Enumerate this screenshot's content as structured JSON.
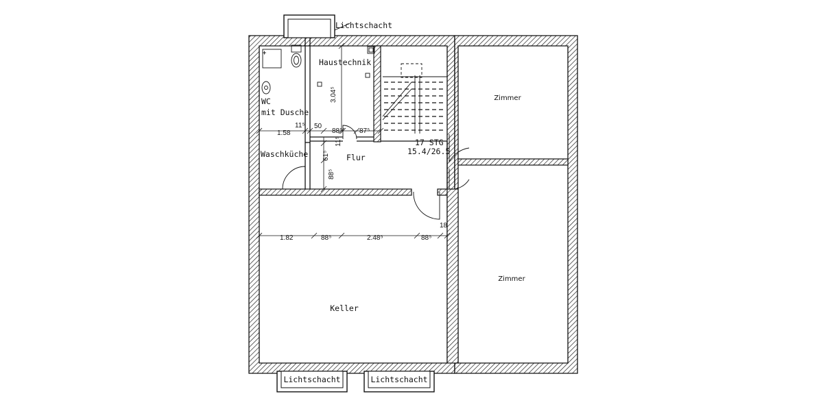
{
  "rooms": {
    "lichtschacht_top": "Lichtschacht",
    "lichtschacht_bottom_left": "Lichtschacht",
    "lichtschacht_bottom_right": "Lichtschacht",
    "haustechnik": "Haustechnik",
    "wc_line1": "WC",
    "wc_line2": "mit Dusche",
    "waschkueche": "Waschküche",
    "flur": "Flur",
    "zimmer_top": "Zimmer",
    "zimmer_bottom": "Zimmer",
    "keller": "Keller"
  },
  "stairs": {
    "count": "17 STG",
    "ratio": "15.4/26.5"
  },
  "dimensions": {
    "d_158": "1.58",
    "d_115a": "11⁵",
    "d_50": "50",
    "d_885a": "88⁵",
    "d_875": "87⁵",
    "d_304": "3.04⁵",
    "d_115b": "11⁵",
    "d_615": "61⁵",
    "d_885b": "88⁵",
    "d_182": "1.82",
    "d_885c": "88⁵",
    "d_2485": "2.48⁵",
    "d_885d": "88⁵",
    "d_18": "18"
  }
}
